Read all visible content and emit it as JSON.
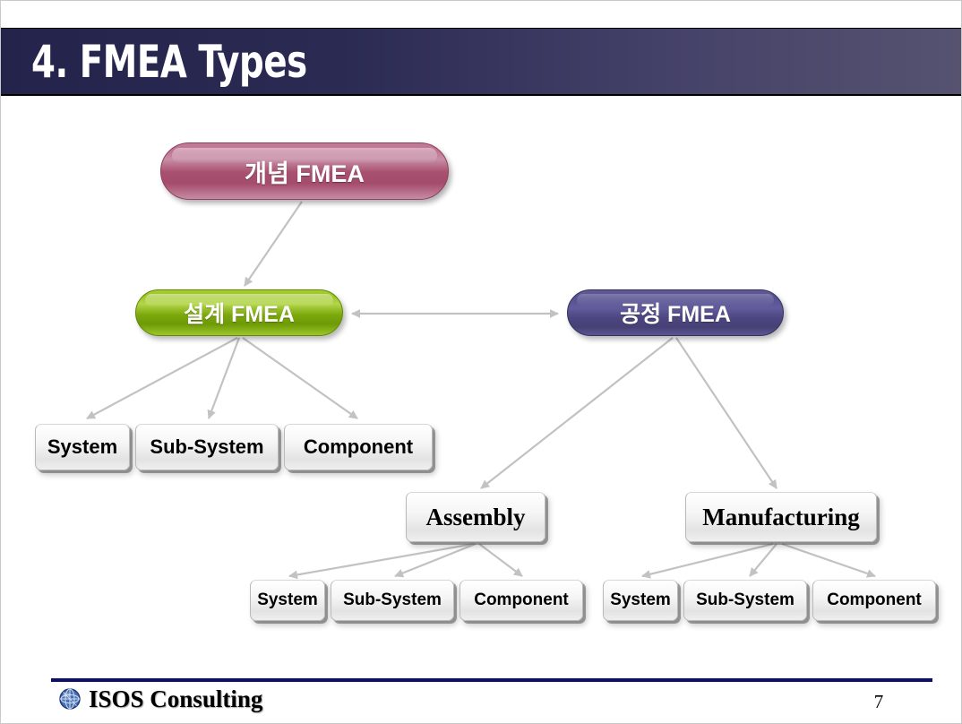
{
  "slide": {
    "title": "4. FMEA Types",
    "page_number": "7",
    "accent_colors": {
      "title_band_dark": "#23234b",
      "title_band_light": "#565270",
      "concept_node": "#a8506f",
      "design_node": "#7ca80c",
      "process_node": "#4b4680",
      "box_fill": "#f0f0f0",
      "connector": "#bfbfbf",
      "footer_rule": "#0d0d6b"
    }
  },
  "diagram": {
    "nodes": {
      "concept": "개념 FMEA",
      "design": "설계 FMEA",
      "process": "공정 FMEA",
      "assembly": "Assembly",
      "manufacturing": "Manufacturing"
    },
    "design_children": [
      "System",
      "Sub-System",
      "Component"
    ],
    "assembly_children": [
      "System",
      "Sub-System",
      "Component"
    ],
    "manufacturing_children": [
      "System",
      "Sub-System",
      "Component"
    ]
  },
  "footer": {
    "brand": "ISOS Consulting",
    "globe_icon": "globe-icon"
  }
}
